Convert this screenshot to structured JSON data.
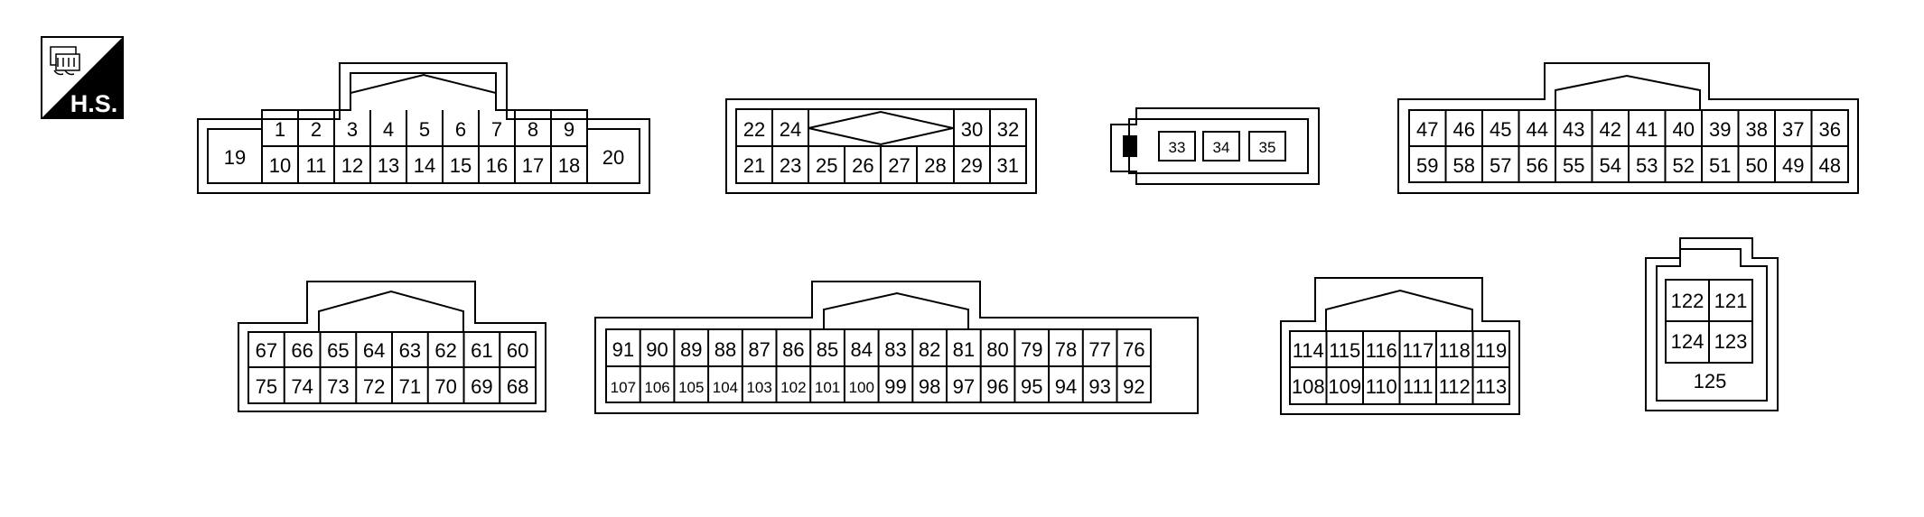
{
  "badge": {
    "label": "H.S.",
    "icon": "harness-side-icon"
  },
  "connectors": {
    "c1": {
      "top": [
        "1",
        "2",
        "3",
        "4",
        "5",
        "6",
        "7",
        "8",
        "9"
      ],
      "bottom": [
        "10",
        "11",
        "12",
        "13",
        "14",
        "15",
        "16",
        "17",
        "18"
      ],
      "left_pin": "19",
      "right_pin": "20"
    },
    "c2": {
      "top_left": [
        "22",
        "24"
      ],
      "top_right": [
        "30",
        "32"
      ],
      "bottom": [
        "21",
        "23",
        "25",
        "26",
        "27",
        "28",
        "29",
        "31"
      ]
    },
    "c3": {
      "pins": [
        "33",
        "34",
        "35"
      ]
    },
    "c4": {
      "top": [
        "47",
        "46",
        "45",
        "44",
        "43",
        "42",
        "41",
        "40",
        "39",
        "38",
        "37",
        "36"
      ],
      "bottom": [
        "59",
        "58",
        "57",
        "56",
        "55",
        "54",
        "53",
        "52",
        "51",
        "50",
        "49",
        "48"
      ]
    },
    "c5": {
      "top": [
        "67",
        "66",
        "65",
        "64",
        "63",
        "62",
        "61",
        "60"
      ],
      "bottom": [
        "75",
        "74",
        "73",
        "72",
        "71",
        "70",
        "69",
        "68"
      ]
    },
    "c6": {
      "top": [
        "91",
        "90",
        "89",
        "88",
        "87",
        "86",
        "85",
        "84",
        "83",
        "82",
        "81",
        "80",
        "79",
        "78",
        "77",
        "76"
      ],
      "bottom": [
        "107",
        "106",
        "105",
        "104",
        "103",
        "102",
        "101",
        "100",
        "99",
        "98",
        "97",
        "96",
        "95",
        "94",
        "93",
        "92"
      ]
    },
    "c7": {
      "top": [
        "114",
        "115",
        "116",
        "117",
        "118",
        "119"
      ],
      "bottom": [
        "108",
        "109",
        "110",
        "111",
        "112",
        "113"
      ]
    },
    "c8": {
      "grid": [
        "122",
        "121",
        "124",
        "123"
      ],
      "bottom_pin": "125"
    }
  }
}
